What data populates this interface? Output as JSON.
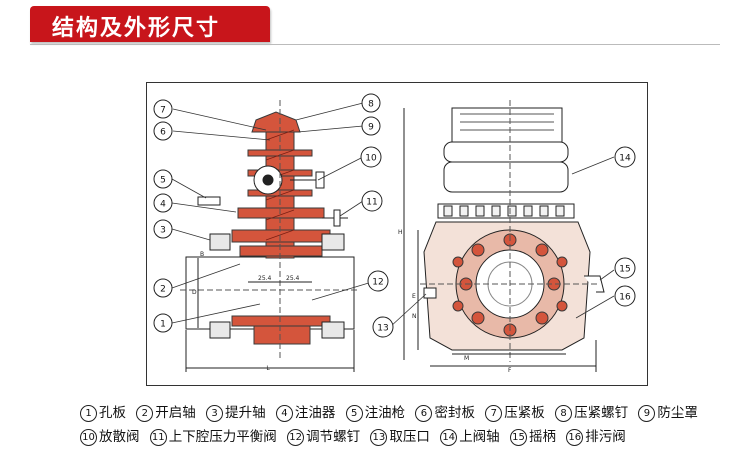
{
  "header": {
    "title": "结构及外形尺寸"
  },
  "diagram": {
    "callouts": [
      "7",
      "8",
      "6",
      "9",
      "10",
      "5",
      "4",
      "11",
      "3",
      "2",
      "12",
      "1",
      "13",
      "14",
      "15",
      "16"
    ],
    "dimensions": {
      "left_width": "L",
      "inner_a": "25.4",
      "inner_b": "25.4",
      "bore": "D",
      "height": "H",
      "overall": "F",
      "base": "M",
      "side": "N",
      "top": "E",
      "edge": "B"
    }
  },
  "legend": {
    "row1": [
      {
        "num": "1",
        "label": "孔板"
      },
      {
        "num": "2",
        "label": "开启轴"
      },
      {
        "num": "3",
        "label": "提升轴"
      },
      {
        "num": "4",
        "label": "注油器"
      },
      {
        "num": "5",
        "label": "注油枪"
      },
      {
        "num": "6",
        "label": "密封板"
      },
      {
        "num": "7",
        "label": "压紧板"
      },
      {
        "num": "8",
        "label": "压紧螺钉"
      },
      {
        "num": "9",
        "label": "防尘罩"
      }
    ],
    "row2": [
      {
        "num": "10",
        "label": "放散阀"
      },
      {
        "num": "11",
        "label": "上下腔压力平衡阀"
      },
      {
        "num": "12",
        "label": "调节螺钉"
      },
      {
        "num": "13",
        "label": "取压口"
      },
      {
        "num": "14",
        "label": "上阀轴"
      },
      {
        "num": "15",
        "label": "摇柄"
      },
      {
        "num": "16",
        "label": "排污阀"
      }
    ]
  }
}
